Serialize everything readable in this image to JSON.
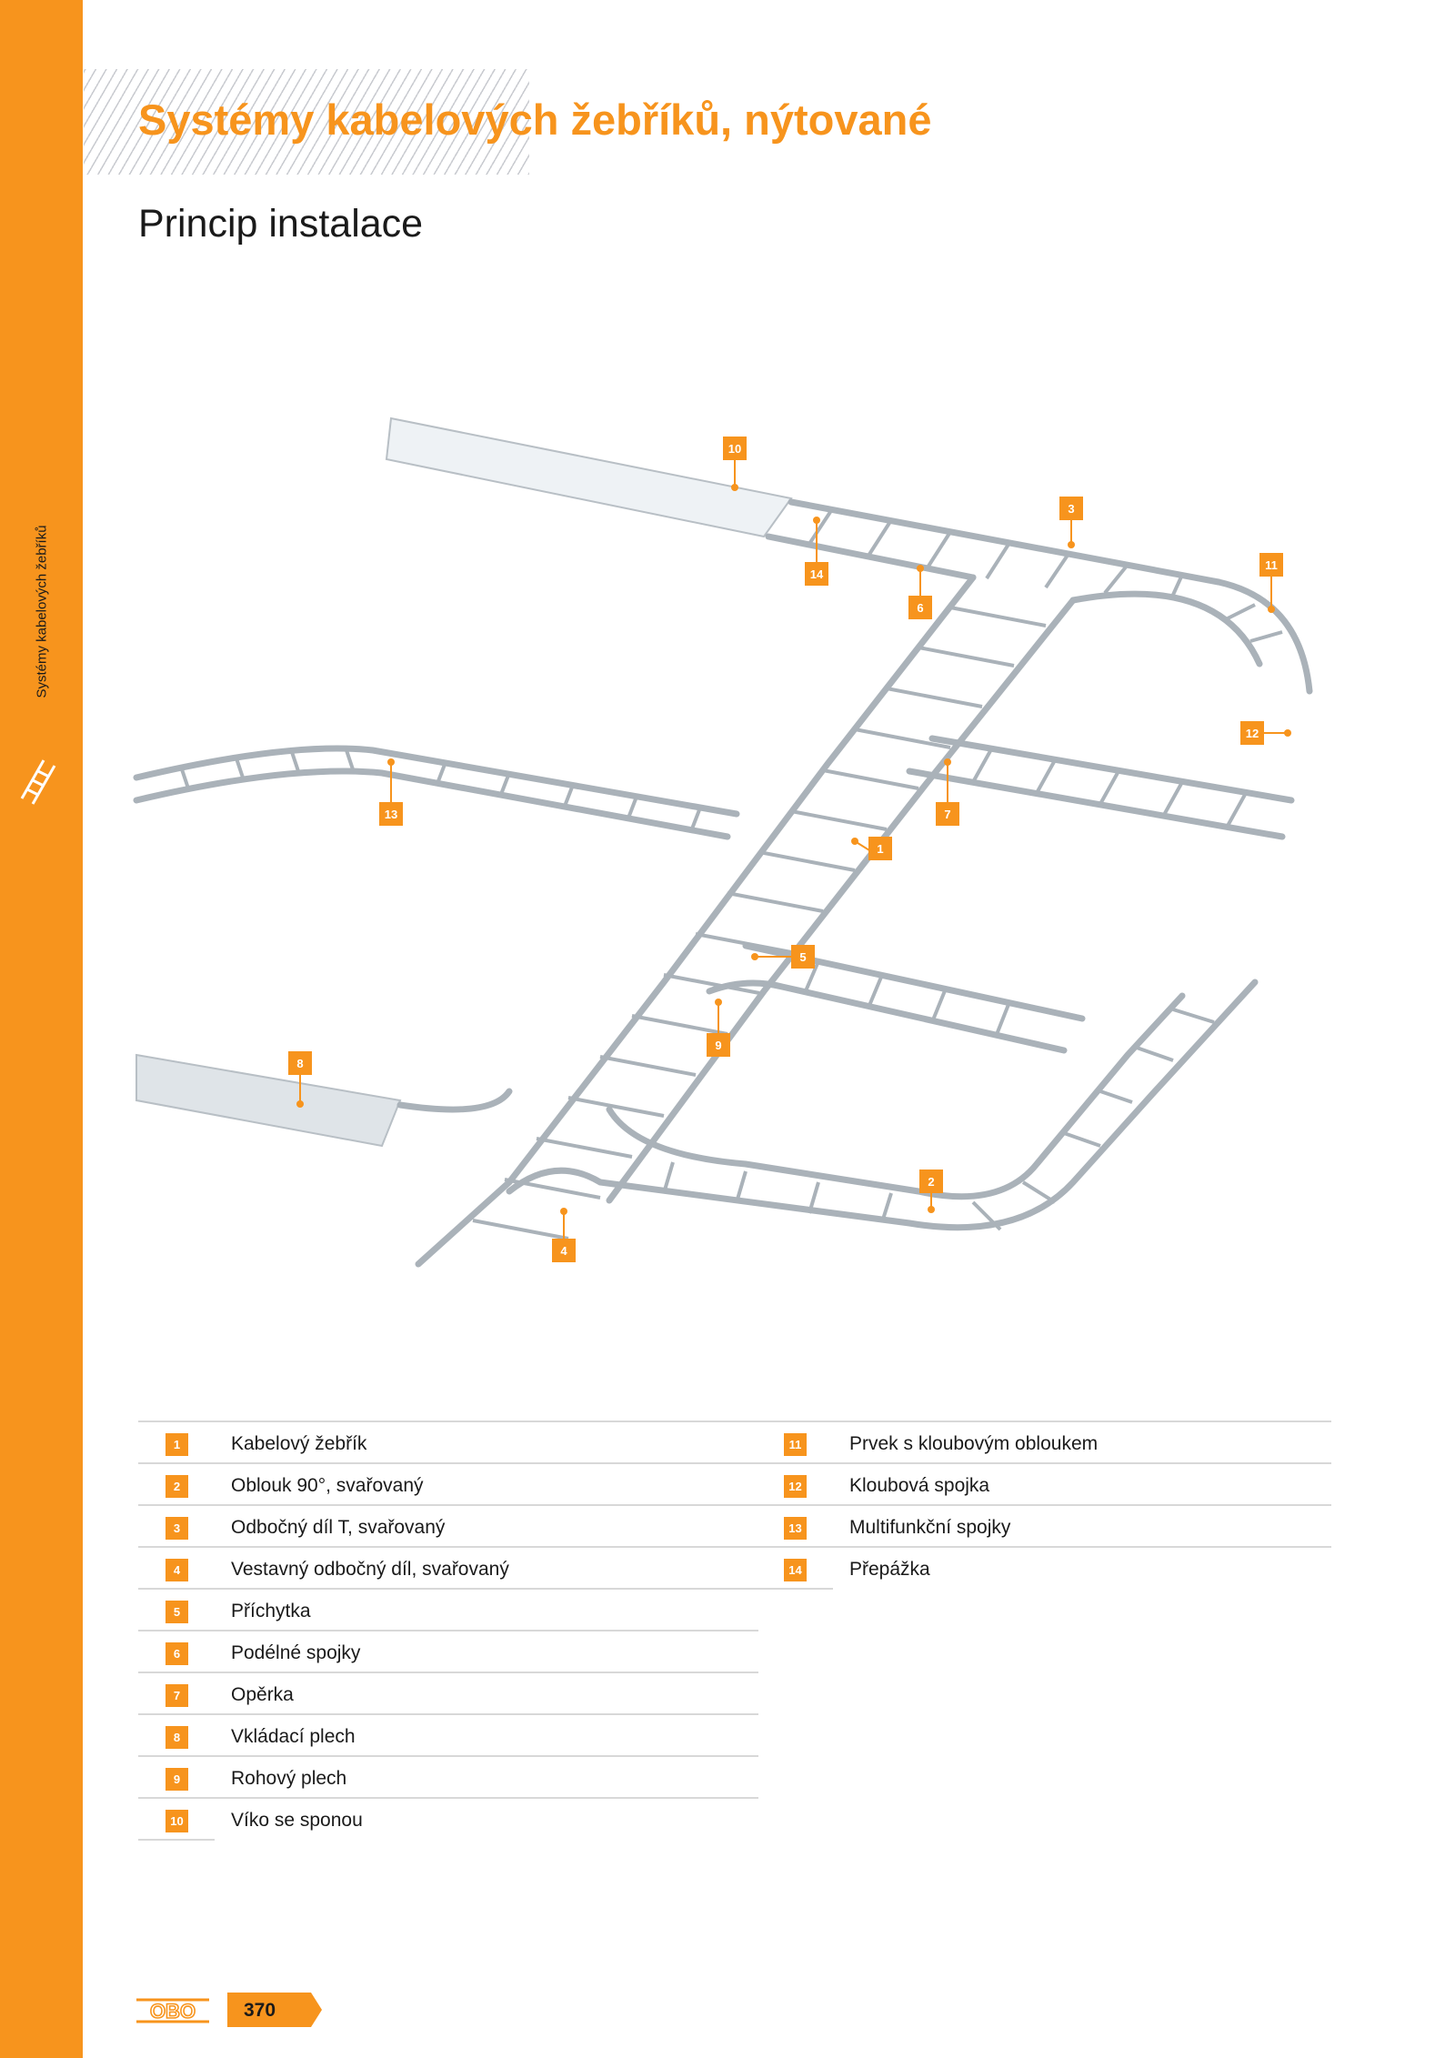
{
  "sidebar": {
    "label": "Systémy kabelových žebříků",
    "accent_color": "#f7941d",
    "icon": "cable-ladder-icon"
  },
  "header": {
    "title": "Systémy kabelových žebříků, nýtované",
    "subtitle": "Princip instalace"
  },
  "diagram": {
    "callouts": [
      "1",
      "2",
      "3",
      "4",
      "5",
      "6",
      "7",
      "8",
      "9",
      "10",
      "11",
      "12",
      "13",
      "14"
    ]
  },
  "legend": {
    "left": [
      {
        "num": "1",
        "label": "Kabelový žebřík"
      },
      {
        "num": "2",
        "label": "Oblouk 90°, svařovaný"
      },
      {
        "num": "3",
        "label": "Odbočný díl T, svařovaný"
      },
      {
        "num": "4",
        "label": "Vestavný odbočný díl, svařovaný"
      },
      {
        "num": "5",
        "label": "Příchytka"
      },
      {
        "num": "6",
        "label": "Podélné spojky"
      },
      {
        "num": "7",
        "label": "Opěrka"
      },
      {
        "num": "8",
        "label": "Vkládací plech"
      },
      {
        "num": "9",
        "label": "Rohový plech"
      },
      {
        "num": "10",
        "label": "Víko se sponou"
      }
    ],
    "right": [
      {
        "num": "11",
        "label": "Prvek s kloubovým obloukem"
      },
      {
        "num": "12",
        "label": "Kloubová spojka"
      },
      {
        "num": "13",
        "label": "Multifunkční spojky"
      },
      {
        "num": "14",
        "label": "Přepážka"
      }
    ]
  },
  "footer": {
    "logo_text": "OBO",
    "page_number": "370"
  }
}
